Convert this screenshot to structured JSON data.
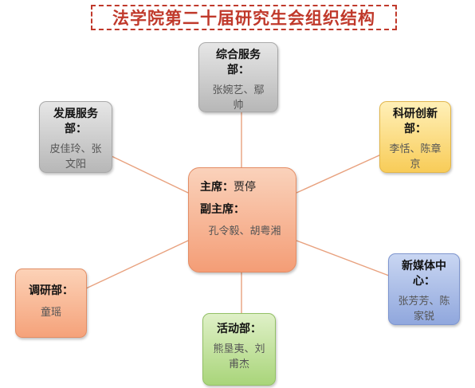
{
  "title": "法学院第二十届研究生会组织结构",
  "center": {
    "chair_label": "主席：",
    "chair_name": "贾停",
    "vice_label": "副主席：",
    "vice_names": "孔令毅、胡粤湘"
  },
  "departments": {
    "comprehensive": {
      "dept": "综合服务部：",
      "names": "张婉艺、鄢帅",
      "color": "gray"
    },
    "development": {
      "dept": "发展服务部：",
      "names": "皮佳玲、张文阳",
      "color": "gray"
    },
    "research_innovation": {
      "dept": "科研创新部：",
      "names": "李恬、陈章京",
      "color": "yellow"
    },
    "new_media": {
      "dept": "新媒体中心：",
      "names": "张芳芳、陈家锐",
      "color": "blue"
    },
    "activity": {
      "dept": "活动部：",
      "names": "熊垦夷、刘甫杰",
      "color": "green"
    },
    "survey": {
      "dept": "调研部：",
      "names": "童瑶",
      "color": "orange"
    }
  },
  "colors": {
    "title": "#c0392b",
    "connector": "#e8a17e"
  }
}
